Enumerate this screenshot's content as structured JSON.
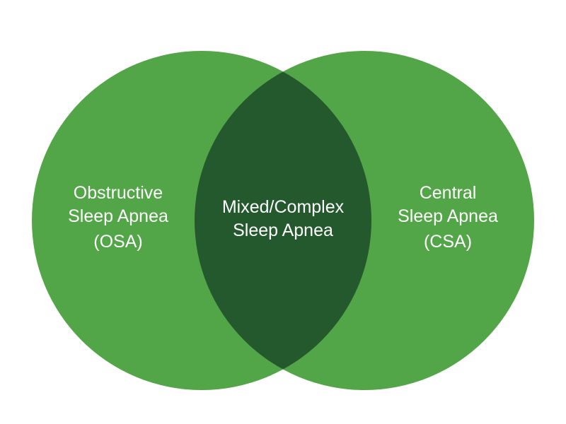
{
  "diagram": {
    "type": "venn",
    "sets": [
      {
        "id": "osa",
        "label_lines": [
          "Obstructive",
          "Sleep Apnea",
          "(OSA)"
        ],
        "color": "#52a647"
      },
      {
        "id": "csa",
        "label_lines": [
          "Central",
          "Sleep Apnea",
          "(CSA)"
        ],
        "color": "#52a647"
      }
    ],
    "intersection": {
      "label_lines": [
        "Mixed/Complex",
        "Sleep Apnea"
      ],
      "color": "#23592c"
    }
  }
}
